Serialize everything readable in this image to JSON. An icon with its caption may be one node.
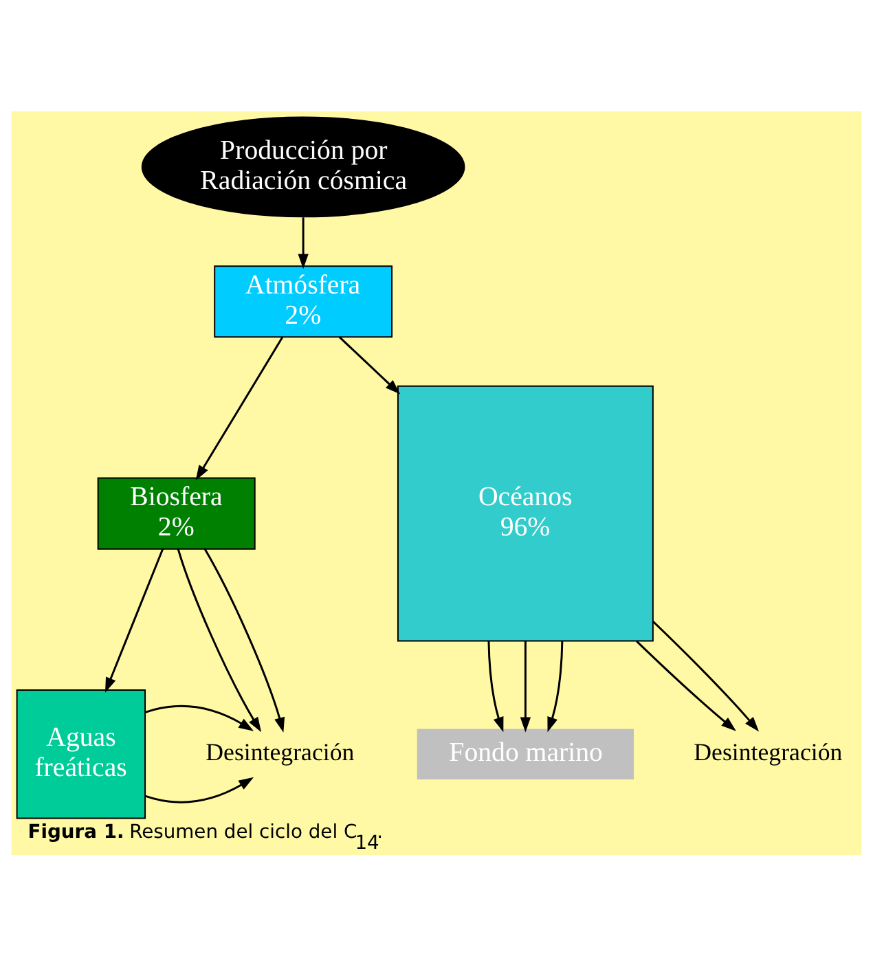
{
  "diagram": {
    "caption": "**Figura 1.** Resumen del ciclo del C$_{14}$.",
    "nodes": [
      {
        "text": [
          "Producción por Radiación cósmica"
        ]
      },
      {
        "text": [
          "Atmósfera 2%"
        ]
      },
      {
        "text": [
          "Biosfera 2%"
        ]
      },
      {
        "text": [
          "Océanos 96%"
        ]
      },
      {
        "text": [
          "Aguas freáticas"
        ]
      },
      {
        "text": [
          "Fondo marino"
        ]
      },
      {
        "text": [
          "Desintegración"
        ]
      },
      {
        "text": [
          "Desintegración"
        ]
      }
    ],
    "edges": [
      {
        "from": 0,
        "to": 1,
        "arrow": "to"
      },
      {
        "from": 1,
        "to": 2,
        "arrow": "to"
      },
      {
        "from": 1,
        "to": 3,
        "arrow": "to"
      },
      {
        "from": 2,
        "to": 4,
        "arrow": "to"
      },
      {
        "from": 2,
        "to": 6,
        "arrow": "to"
      },
      {
        "from": 2,
        "to": 6,
        "arrow": "to"
      },
      {
        "from": 4,
        "to": 6,
        "arrow": "to"
      },
      {
        "from": 4,
        "to": 6,
        "arrow": "to"
      },
      {
        "from": 3,
        "to": 7,
        "arrow": "to"
      },
      {
        "from": 3,
        "to": 7,
        "arrow": "to"
      },
      {
        "from": 3,
        "to": 5,
        "arrow": "to"
      },
      {
        "from": 3,
        "to": 5,
        "arrow": "to"
      },
      {
        "from": 3,
        "to": 5,
        "arrow": "to"
      }
    ]
  }
}
